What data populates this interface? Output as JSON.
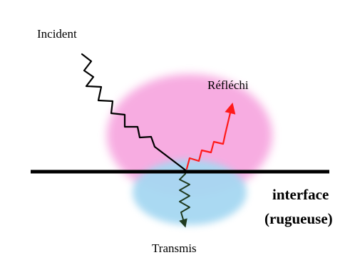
{
  "labels": {
    "incident": "Incident",
    "reflected": "Réfléchi",
    "transmitted": "Transmis",
    "interface_line1": "interface",
    "interface_line2": "(rugueuse)"
  },
  "colors": {
    "incident_wave": "#000000",
    "reflected_wave": "#ff1a1a",
    "transmitted_wave": "#1f3a1f",
    "reflection_lobe": "#f7a8e0",
    "transmission_lobe": "#a6d8f2",
    "interface_line": "#000000"
  }
}
